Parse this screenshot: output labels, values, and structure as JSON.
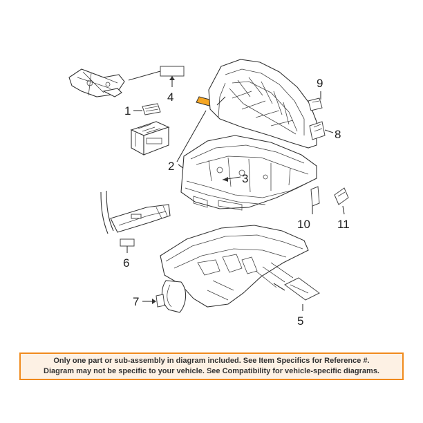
{
  "callouts": [
    "1",
    "2",
    "3",
    "4",
    "5",
    "6",
    "7",
    "8",
    "9",
    "10",
    "11"
  ],
  "notice": {
    "line1": "Only one part or sub-assembly in diagram included. See Item Specifics for Reference #.",
    "line2": "Diagram may not be specific to your vehicle. See Compatibility for vehicle-specific diagrams."
  },
  "colors": {
    "highlight_fill": "#f5a623",
    "notice_border": "#f08a1c",
    "notice_background": "#fdf1e4"
  }
}
